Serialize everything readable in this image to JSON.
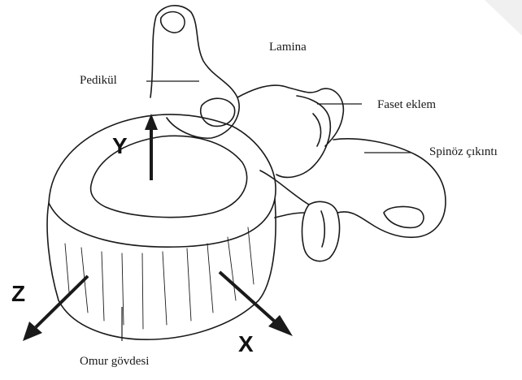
{
  "labels": {
    "lamina": "Lamina",
    "pedikul": "Pedikül",
    "faset_eklem": "Faset eklem",
    "spinoz_cikinti": "Spinöz çıkıntı",
    "omur_govdesi": "Omur gövdesi"
  },
  "axes": {
    "y": "Y",
    "z": "Z",
    "x": "X"
  },
  "colors": {
    "ink": "#1a1a1a",
    "paper": "#ffffff",
    "corner_triangle": "#f0f0f0"
  }
}
